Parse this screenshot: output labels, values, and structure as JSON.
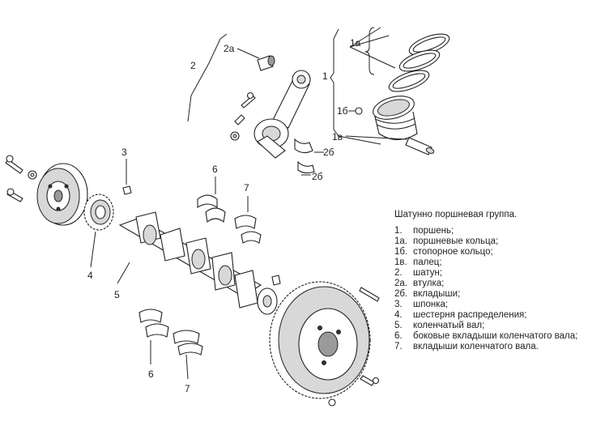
{
  "callouts": {
    "c1": "1",
    "c1a": "1а",
    "c1b": "1б",
    "c1v": "1в",
    "c2": "2",
    "c2a": "2а",
    "c2b_top": "2б",
    "c2b_bottom": "2б",
    "c3": "3",
    "c4": "4",
    "c5": "5",
    "c6_top": "6",
    "c6_bottom": "6",
    "c7_top": "7",
    "c7_bottom": "7"
  },
  "legend": {
    "title": "Шатунно поршневая группа.",
    "items": [
      {
        "num": "1.",
        "text": "поршень;"
      },
      {
        "num": "1а.",
        "text": "поршневые кольца;"
      },
      {
        "num": "1б.",
        "text": "стопорное кольцо;"
      },
      {
        "num": "1в.",
        "text": "палец;"
      },
      {
        "num": "2.",
        "text": "шатун;"
      },
      {
        "num": "2а.",
        "text": "втулка;"
      },
      {
        "num": "2б.",
        "text": "вкладыши;"
      },
      {
        "num": "3.",
        "text": "шпонка;"
      },
      {
        "num": "4.",
        "text": "шестерня распределения;"
      },
      {
        "num": "5.",
        "text": "коленчатый вал;"
      },
      {
        "num": "6.",
        "text": "боковые вкладыши коленчатого вала;"
      },
      {
        "num": "7.",
        "text": "вкладыши коленчатого вала."
      }
    ]
  }
}
